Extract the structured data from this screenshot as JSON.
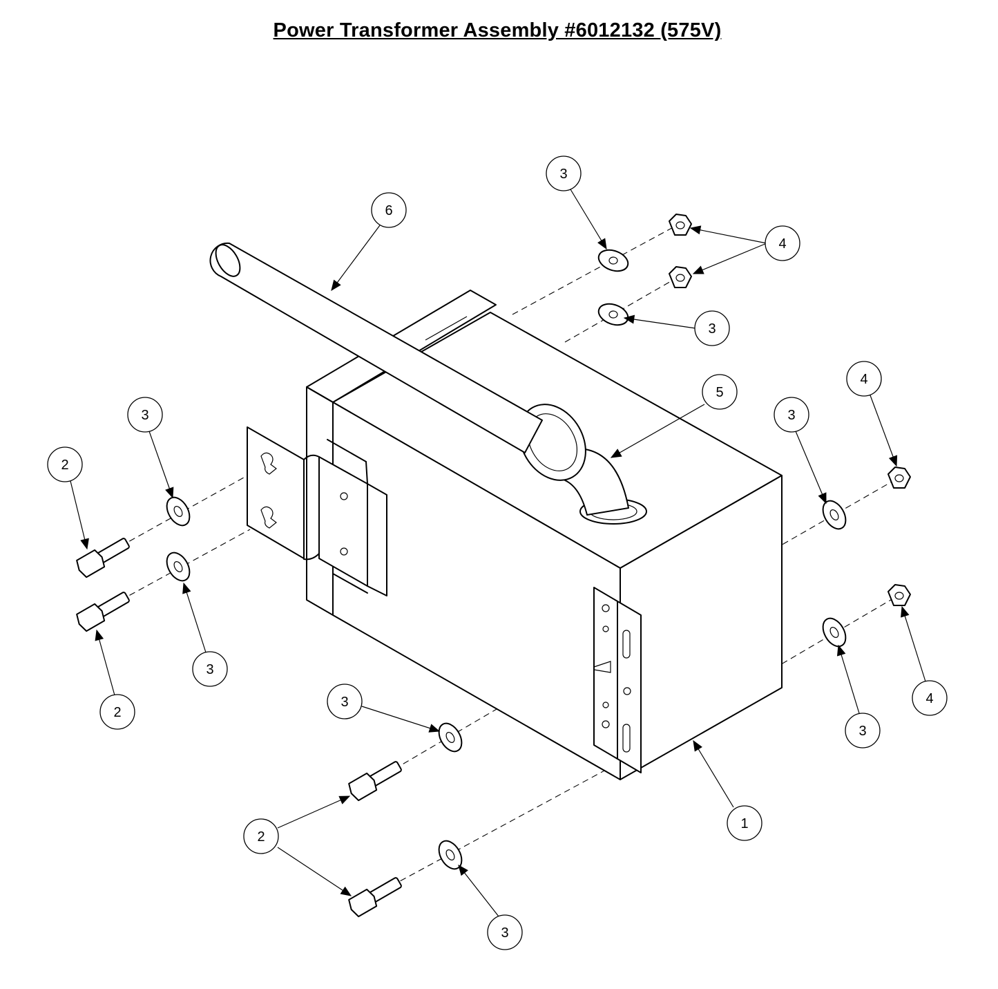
{
  "title": "Power Transformer Assembly #6012132 (575V)",
  "callouts": [
    {
      "label": "3"
    },
    {
      "label": "6"
    },
    {
      "label": "4"
    },
    {
      "label": "3"
    },
    {
      "label": "5"
    },
    {
      "label": "4"
    },
    {
      "label": "3"
    },
    {
      "label": "3"
    },
    {
      "label": "2"
    },
    {
      "label": "3"
    },
    {
      "label": "2"
    },
    {
      "label": "3"
    },
    {
      "label": "4"
    },
    {
      "label": "3"
    },
    {
      "label": "1"
    },
    {
      "label": "2"
    },
    {
      "label": "3"
    }
  ]
}
